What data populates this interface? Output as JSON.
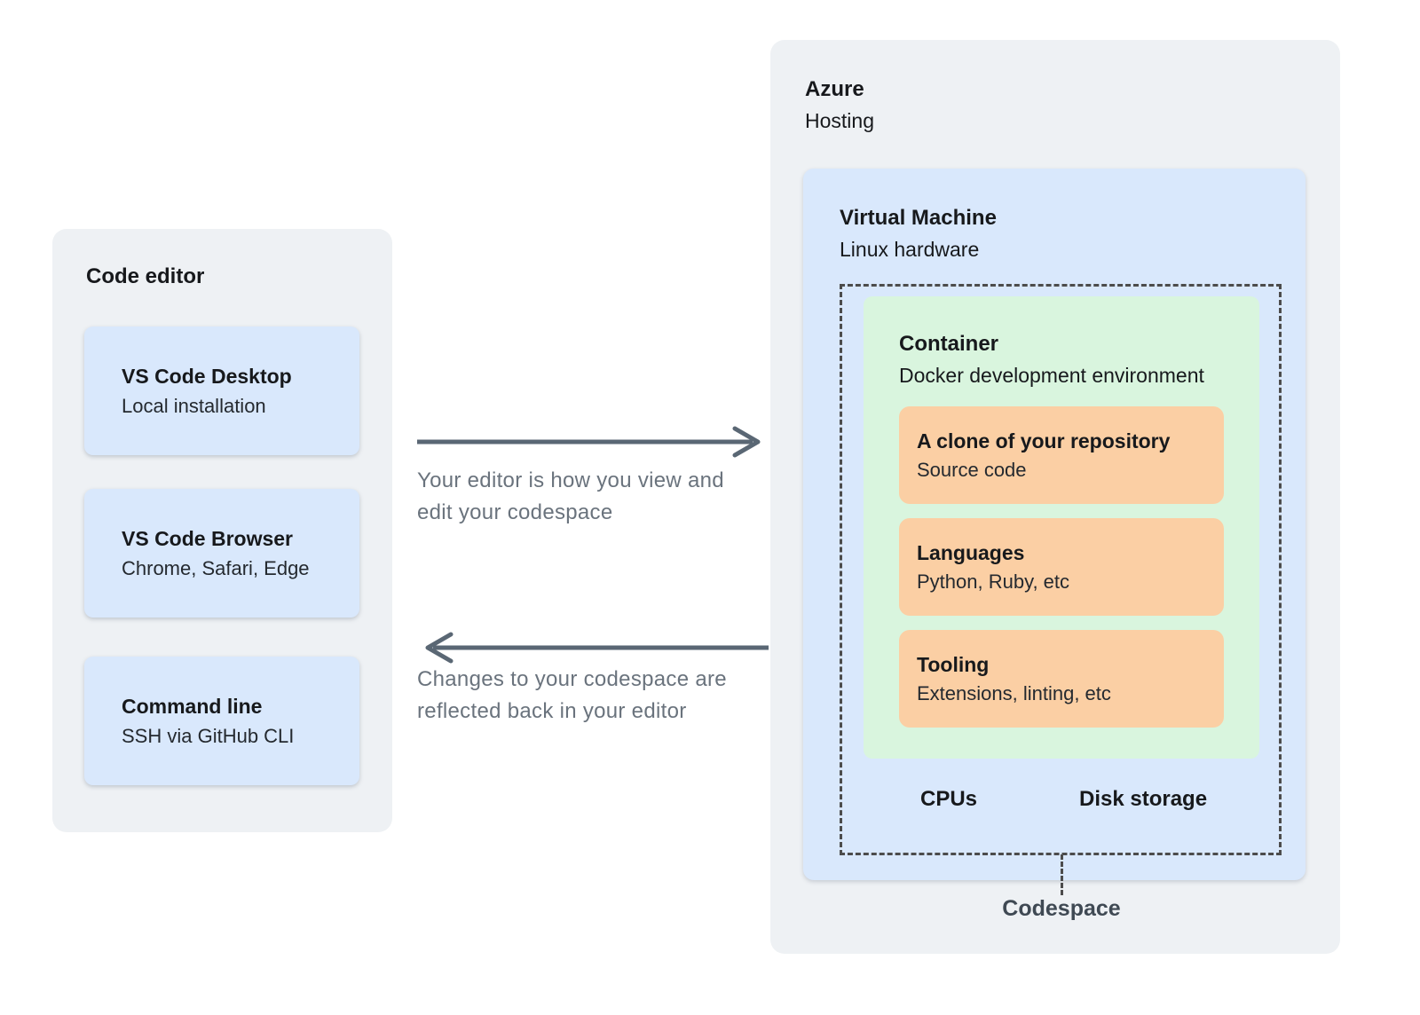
{
  "left_panel": {
    "title": "Code editor",
    "cards": [
      {
        "title": "VS Code Desktop",
        "subtitle": "Local installation"
      },
      {
        "title": "VS Code Browser",
        "subtitle": "Chrome, Safari, Edge"
      },
      {
        "title": "Command line",
        "subtitle": "SSH via GitHub CLI"
      }
    ]
  },
  "flows": {
    "to_codespace": {
      "direction": "right",
      "line1": "Your editor is how you view and",
      "line2": "edit your codespace"
    },
    "to_editor": {
      "direction": "left",
      "line1": "Changes to your codespace are",
      "line2": "reflected back in your editor"
    }
  },
  "right_panel": {
    "title": "Azure",
    "subtitle": "Hosting",
    "vm": {
      "title": "Virtual Machine",
      "subtitle": "Linux hardware",
      "container": {
        "title": "Container",
        "subtitle": "Docker development environment",
        "cards": [
          {
            "title": "A clone of your repository",
            "subtitle": "Source code"
          },
          {
            "title": "Languages",
            "subtitle": "Python, Ruby, etc"
          },
          {
            "title": "Tooling",
            "subtitle": "Extensions, linting, etc"
          }
        ]
      },
      "resources": [
        "CPUs",
        "Disk storage"
      ],
      "codespace_label": "Codespace"
    }
  },
  "colors": {
    "panel_background": "#eef1f4",
    "blue_card": "#d9e8fc",
    "green_container": "#d9f5de",
    "orange_card": "#fbcfa4",
    "dashed_border": "#4c4c4c",
    "arrow": "#5a6774",
    "flow_text": "#6a737d",
    "codespace_label": "#3f4953"
  }
}
